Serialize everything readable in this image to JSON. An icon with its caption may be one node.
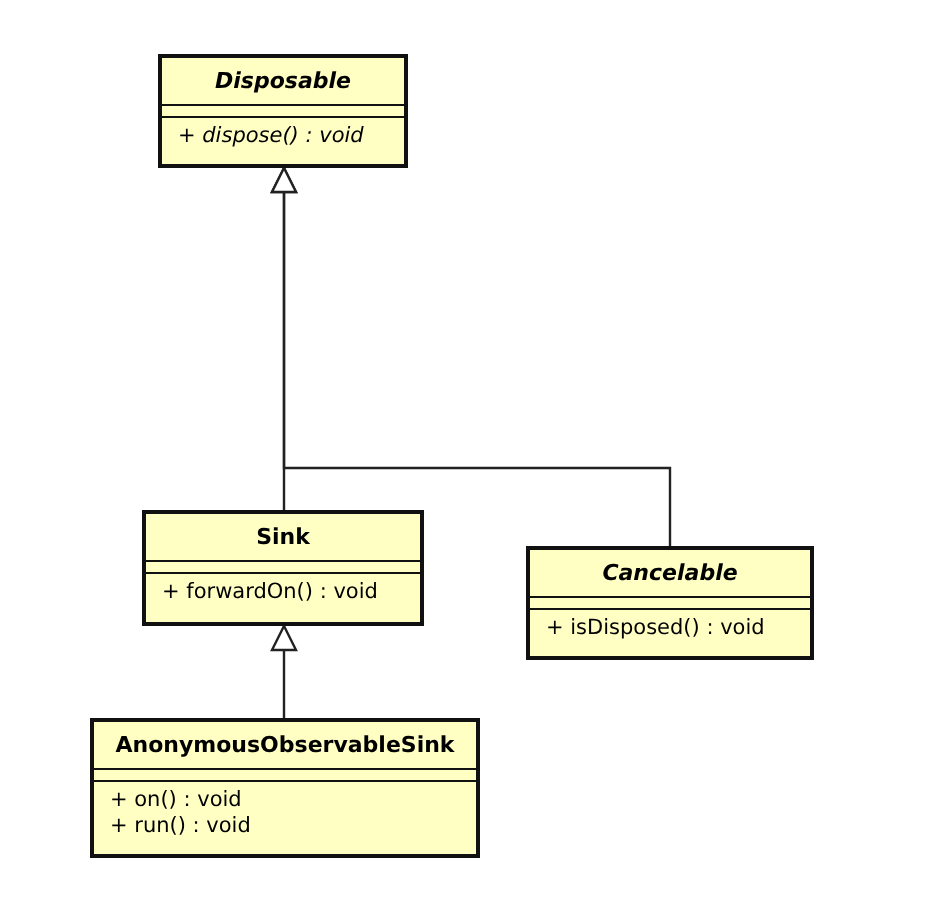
{
  "diagram": {
    "nodes": [
      {
        "text": [
          "Disposable",
          "+ dispose() : void"
        ]
      },
      {
        "text": [
          "Sink",
          "+ forwardOn() : void"
        ]
      },
      {
        "text": [
          "Cancelable",
          "+ isDisposed() : void"
        ]
      },
      {
        "text": [
          "AnonymousObservableSink",
          "+ on() : void",
          "+ run() : void"
        ]
      }
    ],
    "edges": [
      {
        "from": 1,
        "to": 0,
        "arrow": "to"
      },
      {
        "from": 2,
        "to": 0,
        "arrow": "to"
      },
      {
        "from": 3,
        "to": 1,
        "arrow": "to"
      }
    ]
  }
}
